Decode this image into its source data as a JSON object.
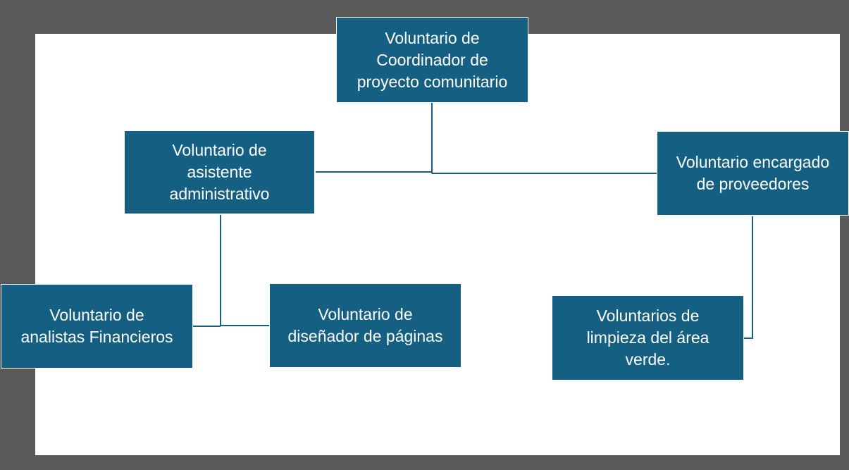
{
  "diagram": {
    "nodes": {
      "coordinator": "Voluntario de\nCoordinador de\nproyecto comunitario",
      "assistant": "Voluntario de\nasistente\nadministrativo",
      "suppliers": "Voluntario  encargado\nde proveedores",
      "analysts": "Voluntario de\nanalistas Financieros",
      "designer": "Voluntario de\ndiseñador de páginas",
      "cleaning": "Voluntarios de\nlimpieza del área\nverde."
    },
    "colors": {
      "node_fill": "#156082",
      "connector": "#156082",
      "frame": "#595959"
    }
  }
}
